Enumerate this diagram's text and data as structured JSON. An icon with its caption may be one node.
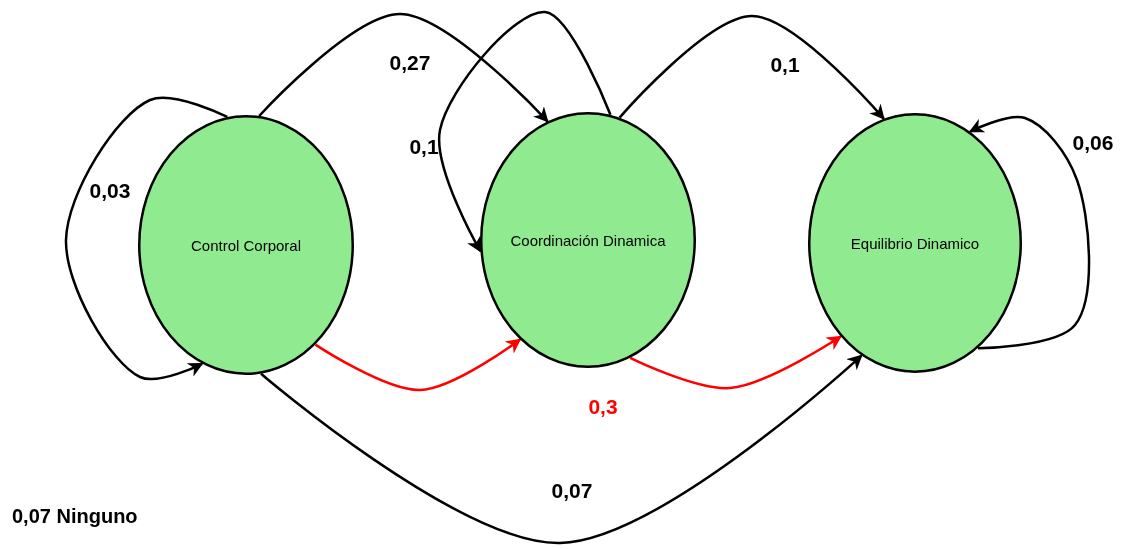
{
  "diagram": {
    "nodes": [
      {
        "text": [
          "Control Corporal"
        ]
      },
      {
        "text": [
          "Coordinación Dinamica"
        ]
      },
      {
        "text": [
          "Equilibrio Dinamico"
        ]
      }
    ],
    "edges": [
      {
        "from": 0,
        "to": 0,
        "arrow": "to",
        "label": "0,03"
      },
      {
        "from": 0,
        "to": 1,
        "arrow": "to",
        "label": "0,27"
      },
      {
        "from": 1,
        "to": 1,
        "arrow": "to",
        "label": "0,1"
      },
      {
        "from": 1,
        "to": 2,
        "arrow": "to",
        "label": "0,1"
      },
      {
        "from": 2,
        "to": 2,
        "arrow": "to",
        "label": "0,06"
      },
      {
        "from": 0,
        "to": 1,
        "arrow": "to",
        "color": "#ff0000"
      },
      {
        "from": 1,
        "to": 2,
        "arrow": "to",
        "color": "#ff0000",
        "label": "0,3"
      },
      {
        "from": 0,
        "to": 2,
        "arrow": "to",
        "label": "0,07"
      }
    ],
    "labels": [
      "0,07 Ninguno"
    ]
  }
}
